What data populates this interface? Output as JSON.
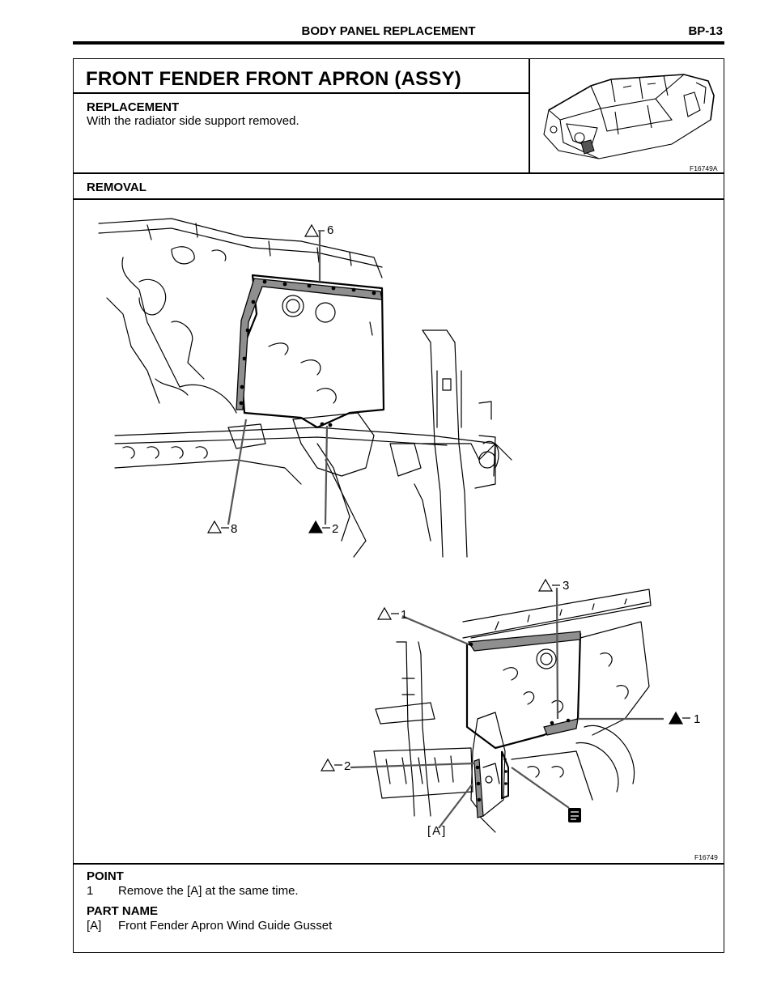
{
  "header": {
    "title": "BODY PANEL REPLACEMENT",
    "page": "BP-13"
  },
  "section": {
    "title": "FRONT FENDER FRONT APRON (ASSY)",
    "replacement_heading": "REPLACEMENT",
    "replacement_text": "With the radiator side support removed.",
    "thumb_code": "F16749A",
    "removal_heading": "REMOVAL",
    "figure_code": "F16749"
  },
  "callouts": {
    "top_6": "6",
    "top_8": "8",
    "top_2": "2",
    "bot_3": "3",
    "bot_1_left": "1",
    "bot_1_right": "1",
    "bot_2": "2",
    "bracket_a": "[A]"
  },
  "point": {
    "heading": "POINT",
    "items": [
      {
        "num": "1",
        "text": "Remove the [A] at the same time."
      }
    ]
  },
  "part_name": {
    "heading": "PART NAME",
    "items": [
      {
        "code": "[A]",
        "text": "Front Fender Apron Wind Guide Gusset"
      }
    ]
  }
}
